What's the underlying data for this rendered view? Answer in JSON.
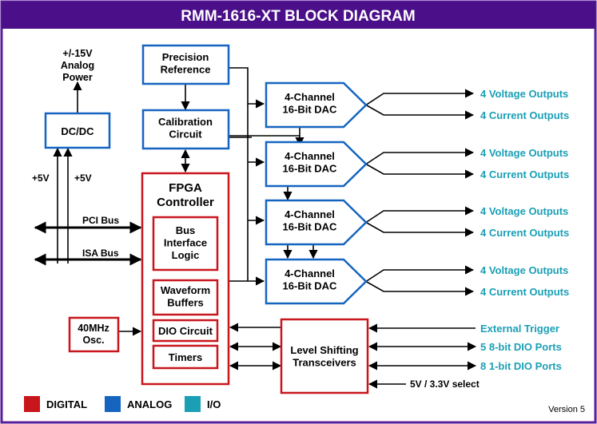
{
  "title": "RMM-1616-XT BLOCK DIAGRAM",
  "colors": {
    "title_bg": "#4b0f8a",
    "frame": "#5a1f9a",
    "digital": "#c8161d",
    "analog": "#1565c0",
    "io": "#1a9fb5",
    "line": "#000000"
  },
  "blocks": {
    "power": "+/-15V\nAnalog\nPower",
    "dcdc": "DC/DC",
    "plus5_left": "+5V",
    "plus5_right": "+5V",
    "precision_ref": "Precision\nReference",
    "calibration": "Calibration\nCircuit",
    "fpga": "FPGA\nController",
    "bus_interface": "Bus\nInterface\nLogic",
    "waveform": "Waveform\nBuffers",
    "dio": "DIO Circuit",
    "timers": "Timers",
    "osc": "40MHz\nOsc.",
    "level_shift": "Level Shifting\nTransceivers",
    "pci_bus": "PCI Bus",
    "isa_bus": "ISA Bus"
  },
  "dacs": [
    {
      "label": "4-Channel\n16-Bit DAC",
      "out1": "4 Voltage Outputs",
      "out2": "4 Current Outputs"
    },
    {
      "label": "4-Channel\n16-Bit DAC",
      "out1": "4 Voltage Outputs",
      "out2": "4 Current Outputs"
    },
    {
      "label": "4-Channel\n16-Bit DAC",
      "out1": "4 Voltage Outputs",
      "out2": "4 Current Outputs"
    },
    {
      "label": "4-Channel\n16-Bit DAC",
      "out1": "4 Voltage Outputs",
      "out2": "4 Current Outputs"
    }
  ],
  "io": {
    "ext_trigger": "External Trigger",
    "dio_ports": "5 8-bit DIO Ports",
    "dio_1bit": "8 1-bit DIO Ports",
    "select": "5V / 3.3V select"
  },
  "legend": [
    {
      "label": "DIGITAL",
      "color": "#c8161d"
    },
    {
      "label": "ANALOG",
      "color": "#1565c0"
    },
    {
      "label": "I/O",
      "color": "#1a9fb5"
    }
  ],
  "version": "Version 5"
}
